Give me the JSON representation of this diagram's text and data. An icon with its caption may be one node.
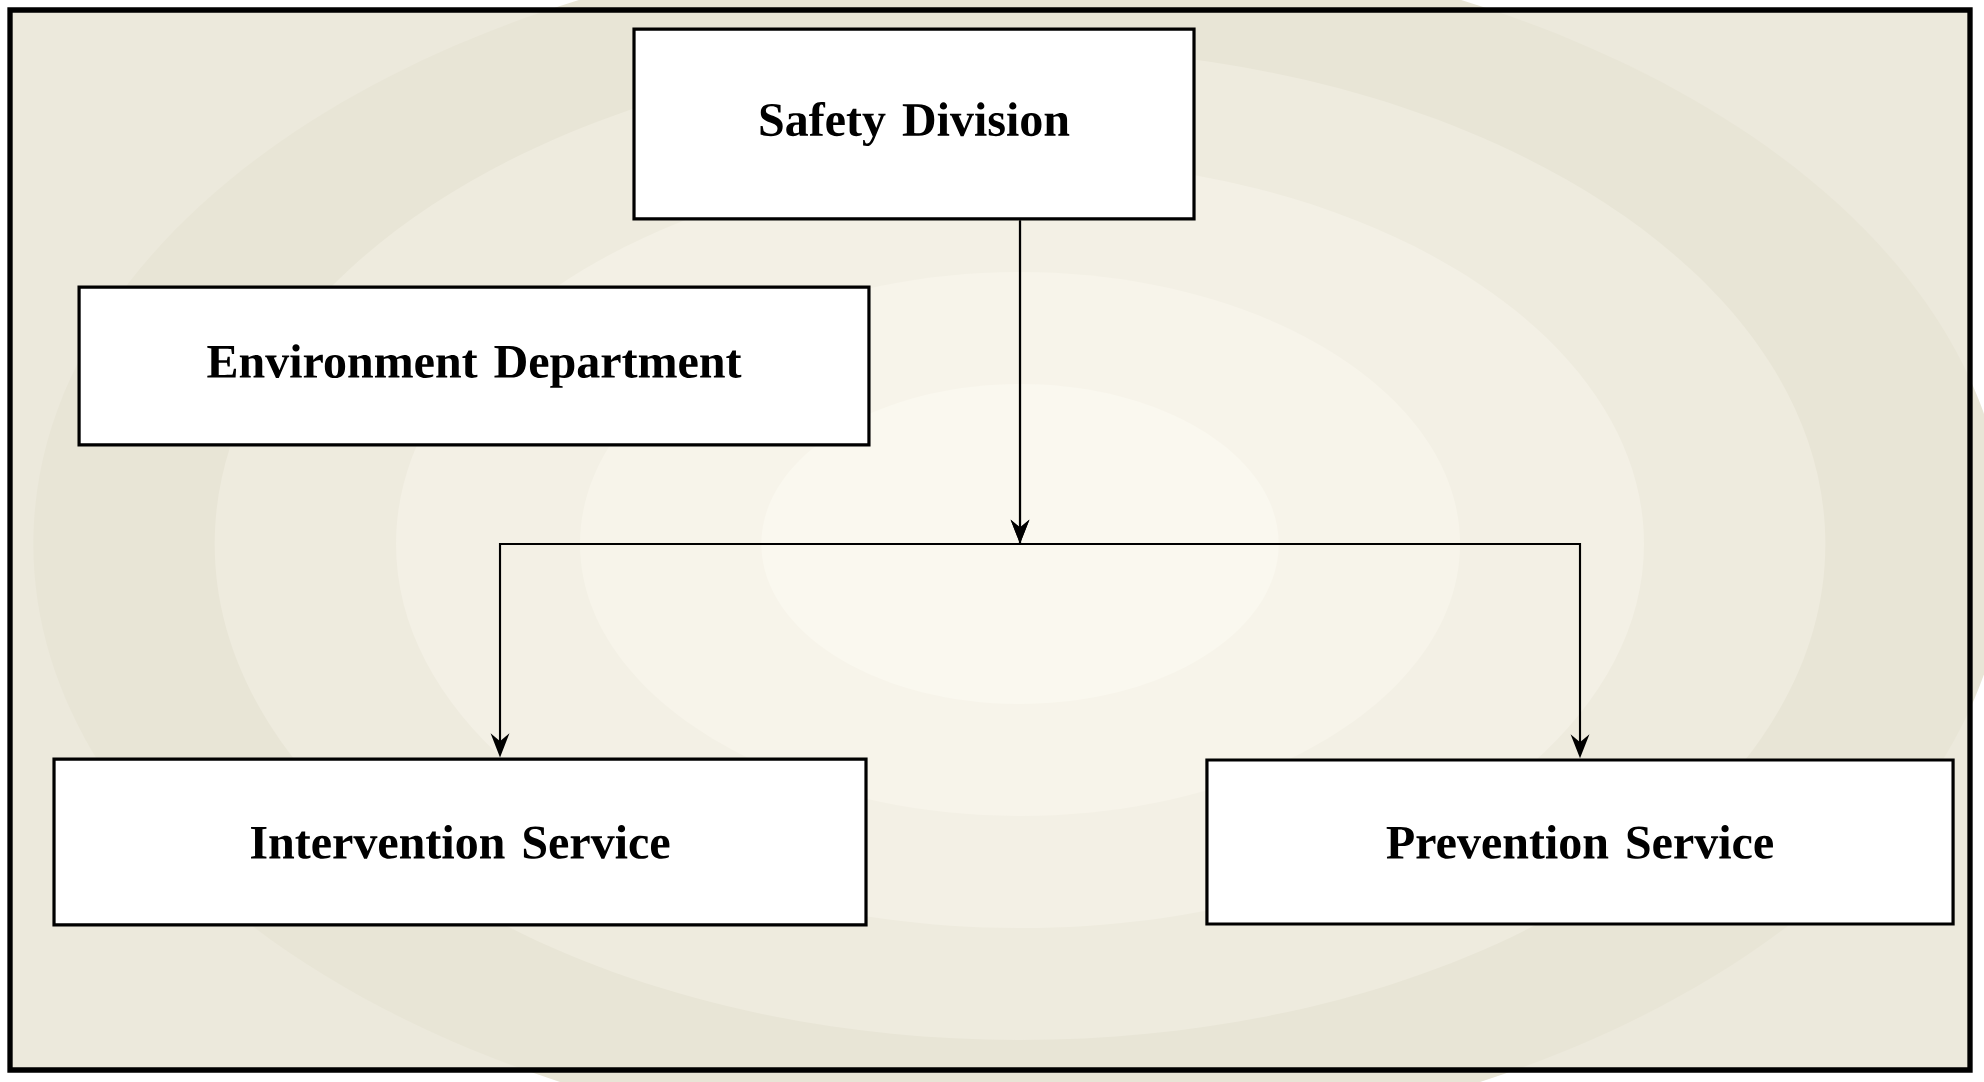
{
  "diagram": {
    "nodes": [
      {
        "text": [
          "Safety Division"
        ]
      },
      {
        "text": [
          "Environment Department"
        ]
      },
      {
        "text": [
          "Intervention Service"
        ]
      },
      {
        "text": [
          "Prevention Service"
        ]
      }
    ],
    "edges": [
      {
        "from": 0,
        "to": 2,
        "arrow": "to"
      },
      {
        "from": 0,
        "to": 3,
        "arrow": "to"
      }
    ]
  }
}
